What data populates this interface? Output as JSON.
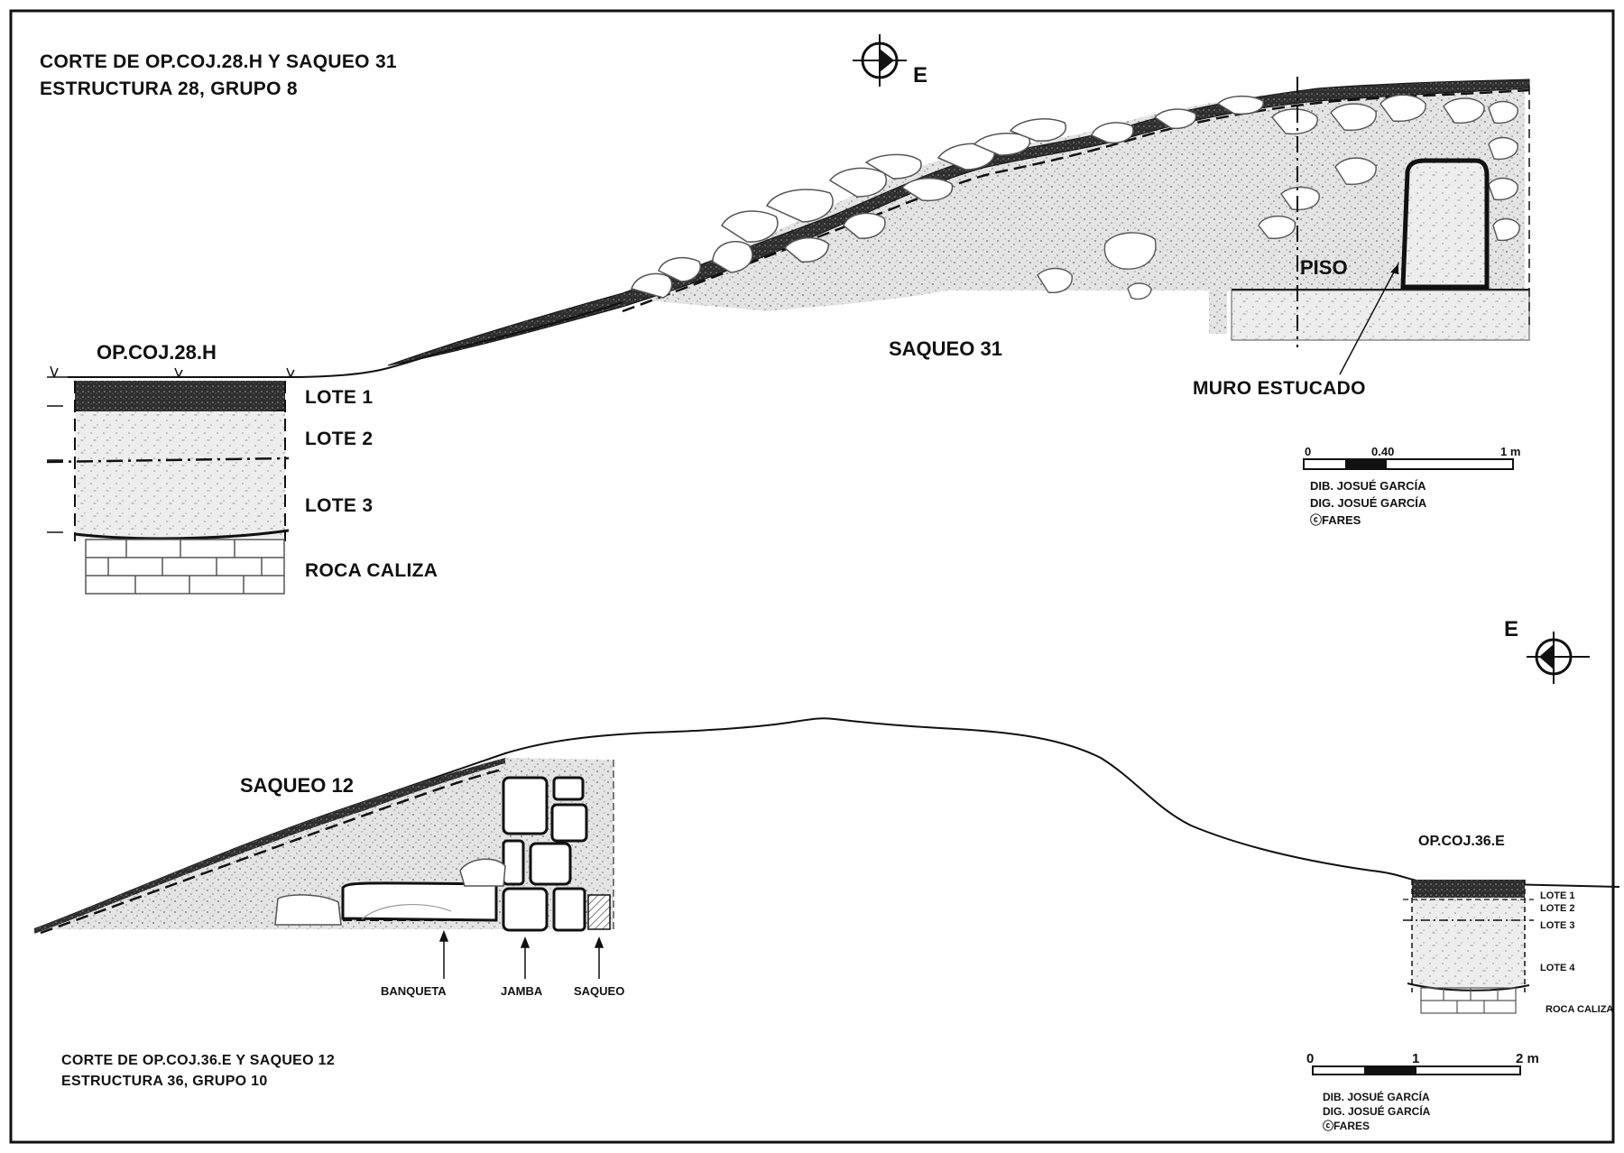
{
  "top_section": {
    "title_line1": "CORTE DE OP.COJ.28.H Y SAQUEO 31",
    "title_line2": "ESTRUCTURA 28, GRUPO 8",
    "north_label": "E",
    "pit_label": "OP.COJ.28.H",
    "layers": [
      "LOTE 1",
      "LOTE 2",
      "LOTE 3",
      "ROCA CALIZA"
    ],
    "looting_label": "SAQUEO 31",
    "floor_label": "PISO",
    "wall_label": "MURO ESTUCADO",
    "scale": {
      "start": "0",
      "mid": "0.40",
      "end": "1 m"
    },
    "credits": [
      "DIB. JOSUÉ GARCÍA",
      "DIG. JOSUÉ GARCÍA",
      "ⓒFARES"
    ]
  },
  "bottom_section": {
    "title_line1": "CORTE DE OP.COJ.36.E Y SAQUEO 12",
    "title_line2": "ESTRUCTURA 36, GRUPO 10",
    "north_label": "E",
    "looting_label": "SAQUEO 12",
    "pit_label": "OP.COJ.36.E",
    "features": [
      "BANQUETA",
      "JAMBA",
      "SAQUEO"
    ],
    "layers": [
      "LOTE 1",
      "LOTE 2",
      "LOTE 3",
      "LOTE 4",
      "ROCA CALIZA"
    ],
    "scale": {
      "start": "0",
      "mid": "1",
      "end": "2 m"
    },
    "credits": [
      "DIB. JOSUÉ GARCÍA",
      "DIG. JOSUÉ GARCÍA",
      "ⓒFARES"
    ]
  },
  "colors": {
    "ink": "#111111",
    "fill_light": "#d9d9d9",
    "fill_dark": "#3a3a3a",
    "fill_mid": "#bfbfbf"
  }
}
